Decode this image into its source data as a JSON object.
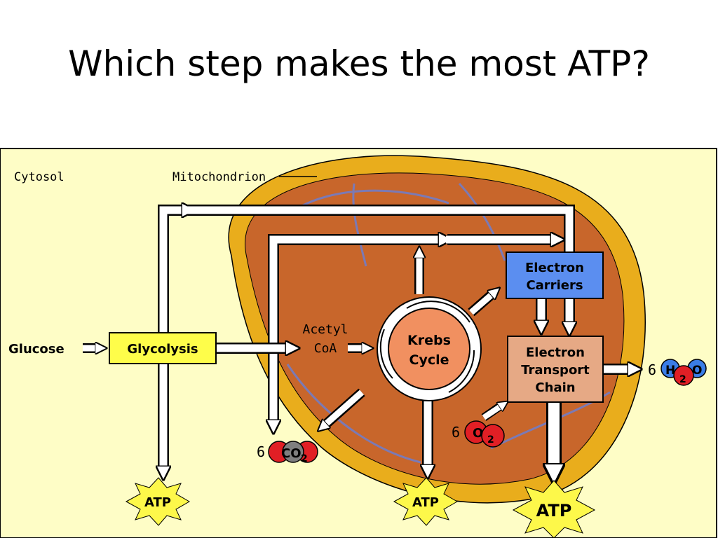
{
  "slide": {
    "title": "Which step makes the most ATP?"
  },
  "diagram": {
    "regions": {
      "cytosol": "Cytosol",
      "mitochondrion": "Mitochondrion"
    },
    "inputs": {
      "glucose": "Glucose"
    },
    "boxes": {
      "glycolysis": "Glycolysis",
      "electron_carriers": [
        "Electron",
        "Carriers"
      ],
      "etc": [
        "Electron",
        "Transport",
        "Chain"
      ]
    },
    "acetyl_coa": [
      "Acetyl",
      "CoA"
    ],
    "krebs": [
      "Krebs",
      "Cycle"
    ],
    "molecules": {
      "co2": {
        "count": "6",
        "formula": "CO",
        "subscript": "2"
      },
      "o2": {
        "count": "6",
        "formula": "O",
        "subscript": "2"
      },
      "h2o": {
        "count": "6",
        "pre": "H",
        "subscript": "2",
        "post": "O"
      }
    },
    "atp": {
      "glycolysis": "ATP",
      "krebs": "ATP",
      "etc": "ATP"
    },
    "colors": {
      "background": "#fefdc6",
      "membrane": "#e9ad1c",
      "matrix": "#c8662b",
      "crista": "#7b7ab5",
      "glycolysis_box": "#fefd4a",
      "carriers_box": "#5b8ef0",
      "etc_box": "#e6a985",
      "krebs_fill": "#f19060",
      "atp_star": "#fdf84a",
      "molecule_red": "#e11f25",
      "molecule_gray": "#7f7f7f",
      "molecule_blue": "#3a7de6"
    }
  }
}
